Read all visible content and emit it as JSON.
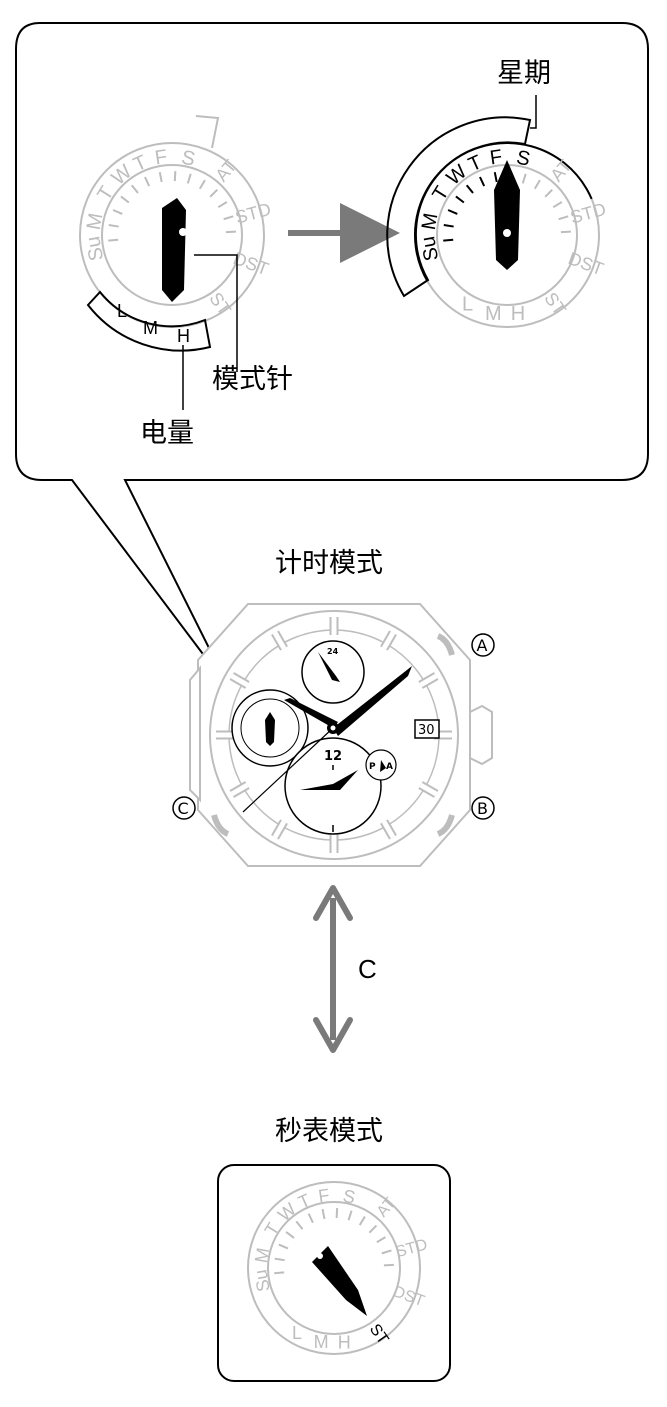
{
  "callout": {
    "day_label": "星期",
    "mode_hand_label": "模式针",
    "power_label": "电量"
  },
  "modes": {
    "timekeeping_title": "计时模式",
    "stopwatch_title": "秒表模式",
    "switch_button": "C"
  },
  "buttons": {
    "a": "A",
    "b": "B",
    "c": "C"
  },
  "dial": {
    "days": [
      "S",
      "F",
      "T",
      "W",
      "T",
      "M",
      "Su"
    ],
    "right_labels": [
      "AT",
      "STD",
      "DST",
      "ST"
    ],
    "power_levels": [
      "L",
      "M",
      "H"
    ]
  },
  "watch": {
    "date": "30",
    "sub24_label": "24",
    "twelve_label": "12",
    "pa_p": "P",
    "pa_a": "A"
  },
  "colors": {
    "active": "#000000",
    "inactive": "#bdbdbd",
    "arrow": "#7a7a7a"
  }
}
